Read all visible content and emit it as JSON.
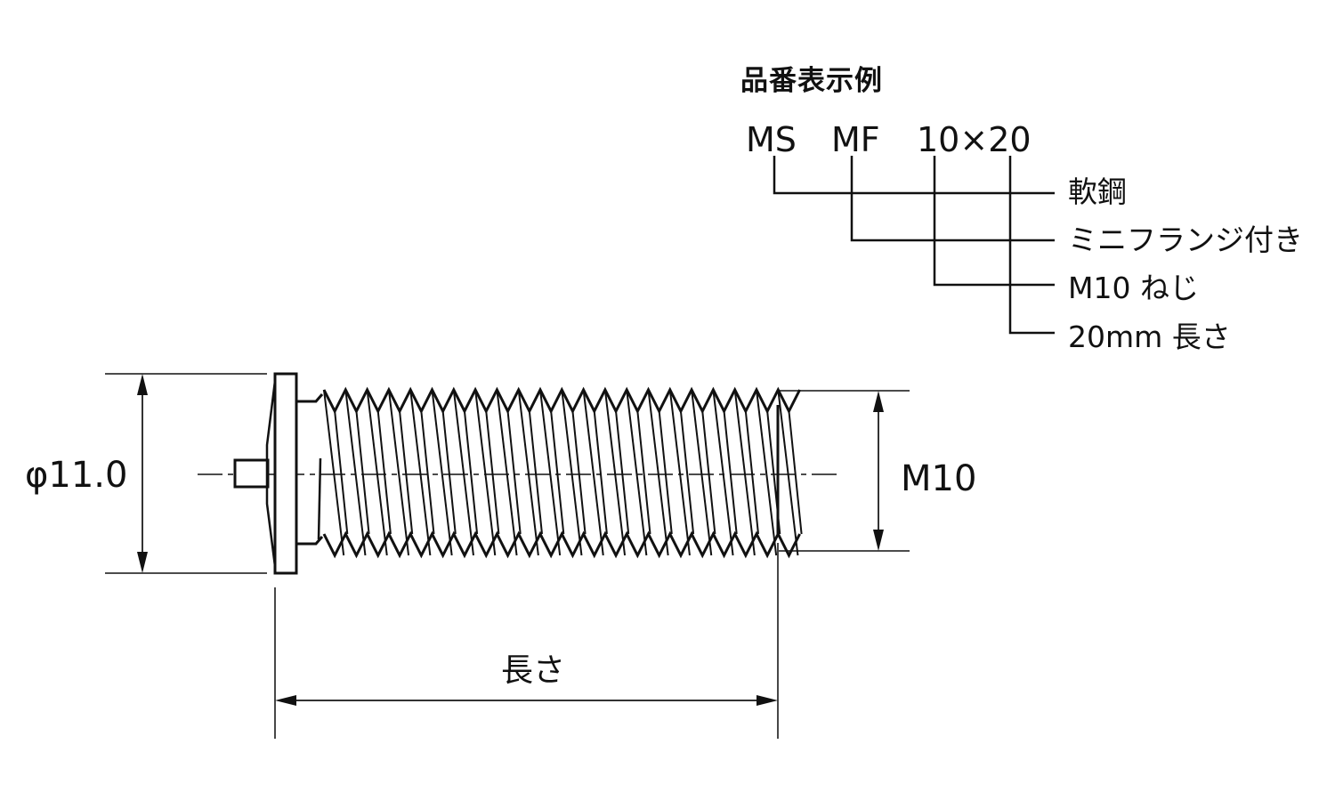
{
  "legend": {
    "title": "品番表示例",
    "codes": [
      "MS",
      "MF",
      "10×20"
    ],
    "meanings": [
      "軟鋼",
      "ミニフランジ付き",
      "M10 ねじ",
      "20mm 長さ"
    ]
  },
  "dimensions": {
    "flange_diameter": "φ11.0",
    "thread_size": "M10",
    "length": "長さ"
  },
  "colors": {
    "line": "#111111",
    "dim_line": "#333333",
    "background": "#ffffff"
  }
}
